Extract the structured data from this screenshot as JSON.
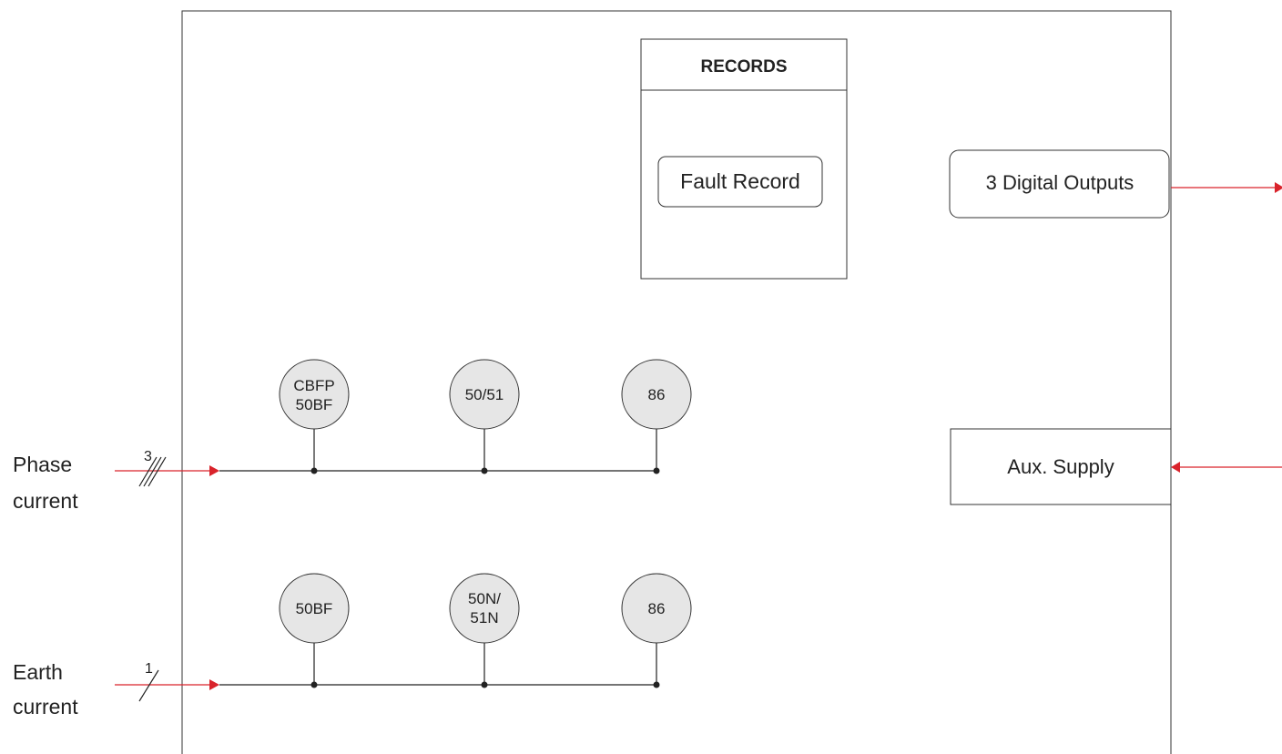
{
  "colors": {
    "signal": "#d9232b",
    "line": "#222222",
    "device_fill": "#e6e6e6"
  },
  "records": {
    "title": "RECORDS",
    "fault_record": "Fault Record"
  },
  "outputs": {
    "digital_outputs": "3 Digital Outputs",
    "aux_supply": "Aux. Supply"
  },
  "inputs": {
    "phase": {
      "label_line1": "Phase",
      "label_line2": "current",
      "count": "3"
    },
    "earth": {
      "label_line1": "Earth",
      "label_line2": "current",
      "count": "1"
    }
  },
  "phase_functions": [
    {
      "line1": "CBFP",
      "line2": "50BF"
    },
    {
      "line1": "50/51",
      "line2": ""
    },
    {
      "line1": "86",
      "line2": ""
    }
  ],
  "earth_functions": [
    {
      "line1": "50BF",
      "line2": ""
    },
    {
      "line1": "50N/",
      "line2": "51N"
    },
    {
      "line1": "86",
      "line2": ""
    }
  ]
}
